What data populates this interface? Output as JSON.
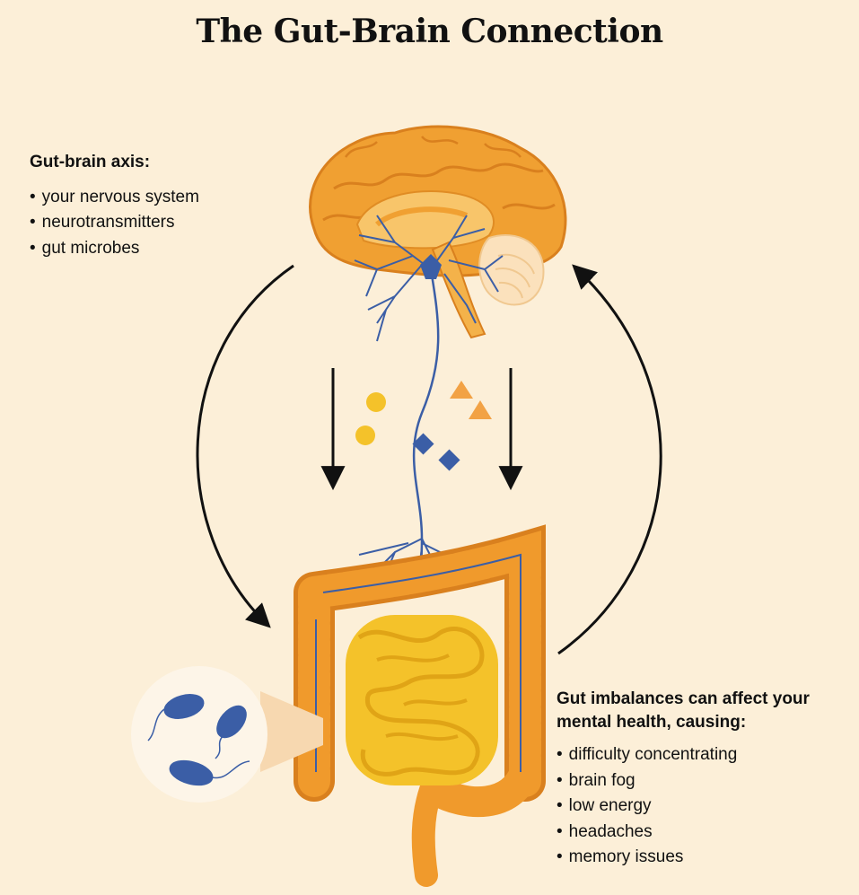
{
  "title": "The Gut-Brain Connection",
  "axis": {
    "heading": "Gut-brain axis:",
    "items": [
      "your nervous system",
      "neurotransmitters",
      "gut microbes"
    ]
  },
  "effects": {
    "heading": "Gut imbalances can affect your mental health, causing:",
    "items": [
      "difficulty concentrating",
      "brain fog",
      "low energy",
      "headaches",
      "memory issues"
    ]
  },
  "colors": {
    "background": "#fcefd8",
    "brain": "#f0a032",
    "brain_dark": "#d9801e",
    "colon": "#f09a2c",
    "small_intestine": "#f4c22a",
    "nerve": "#3b5ea6",
    "molecule_yellow": "#f4c22a",
    "molecule_orange": "#f2a245",
    "molecule_blue": "#3b5ea6",
    "arrow": "#111111"
  }
}
